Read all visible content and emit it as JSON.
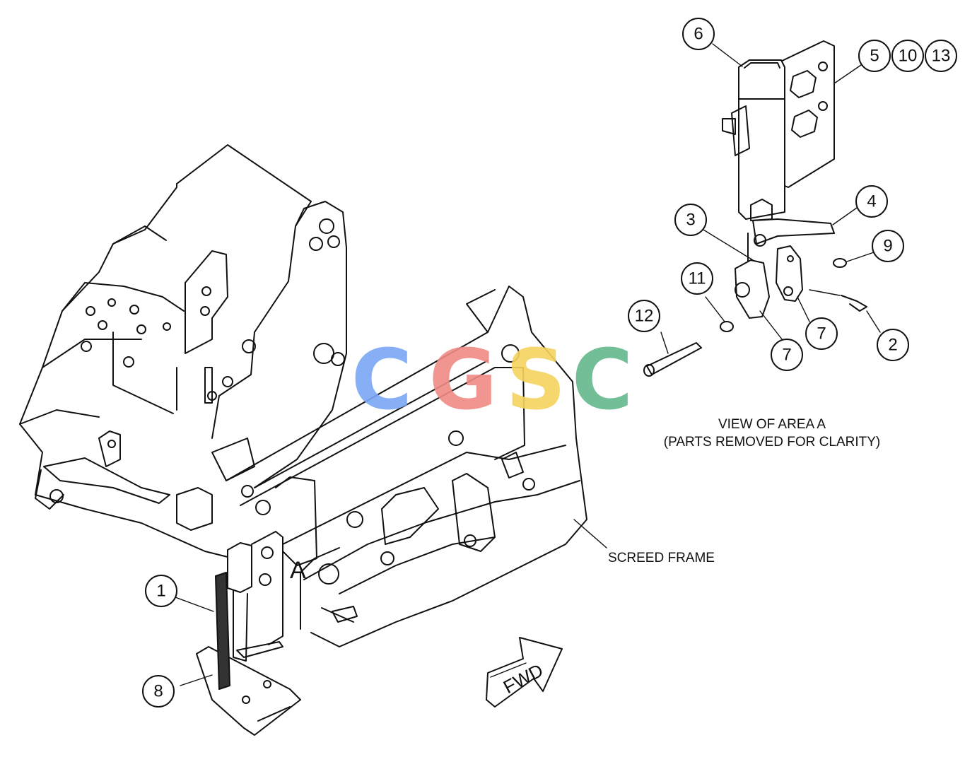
{
  "balloons": {
    "b1": "1",
    "b2": "2",
    "b3": "3",
    "b4": "4",
    "b5": "5",
    "b6": "6",
    "b7a": "7",
    "b7b": "7",
    "b8": "8",
    "b9": "9",
    "b10": "10",
    "b11": "11",
    "b12": "12",
    "b13": "13"
  },
  "captions": {
    "view_title": "VIEW OF AREA A",
    "view_subtitle": "(PARTS REMOVED FOR CLARITY)",
    "screed_frame": "SCREED FRAME",
    "area_label": "A",
    "fwd_label": "FWD"
  },
  "watermark": {
    "letters": [
      "C",
      "G",
      "S",
      "C"
    ],
    "colors": [
      "#7aa7f5",
      "#f08a86",
      "#f6d35e",
      "#63b88c"
    ]
  }
}
